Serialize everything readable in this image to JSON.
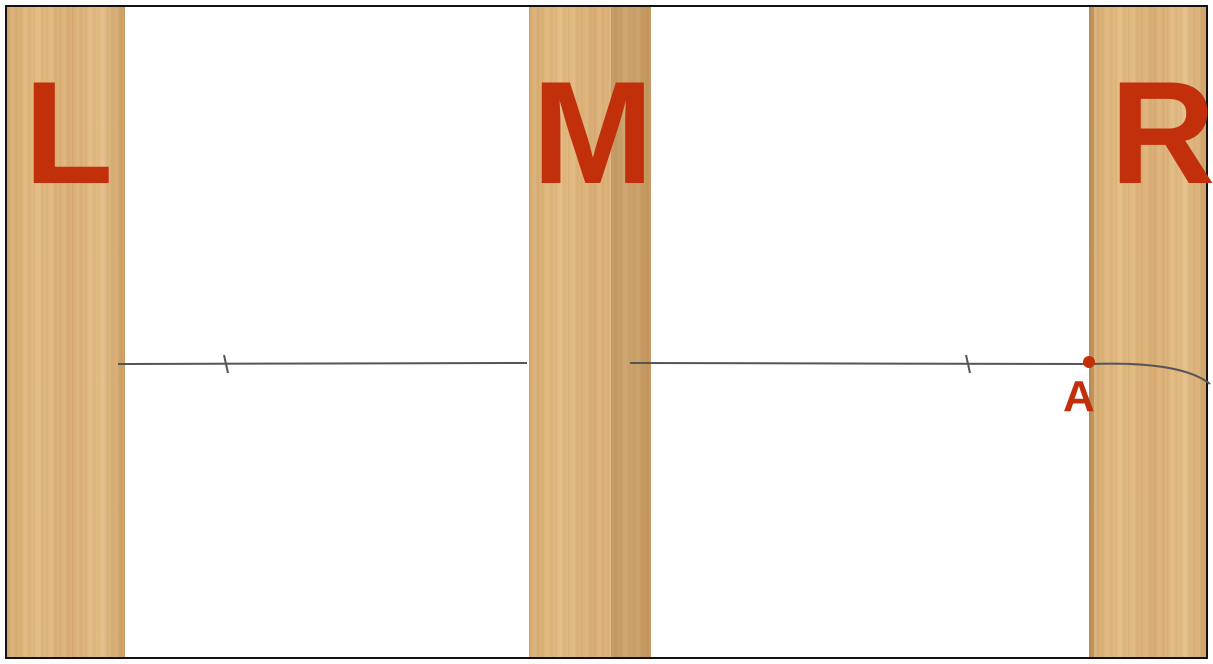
{
  "posts": {
    "left_label": "L",
    "middle_label": "M",
    "right_label": "R"
  },
  "point": {
    "label": "A",
    "color": "#c1300b"
  },
  "colors": {
    "label": "#c1300b",
    "wood": "#dcb077",
    "string": "#555555"
  }
}
